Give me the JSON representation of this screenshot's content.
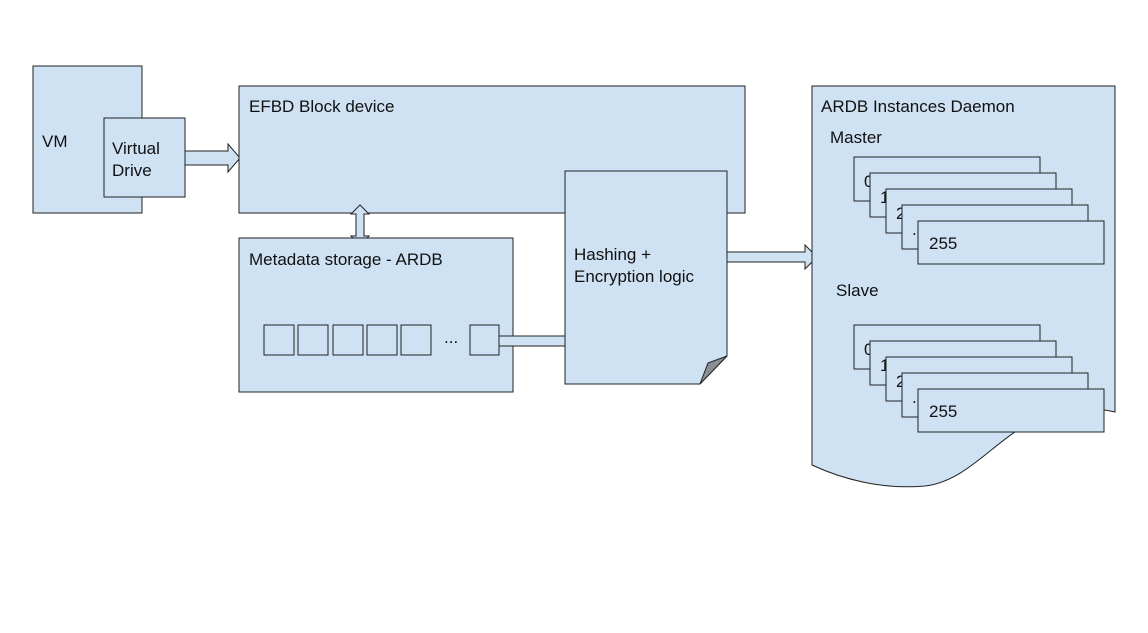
{
  "diagram": {
    "vm": {
      "label": "VM"
    },
    "virtual_drive": {
      "line1": "Virtual",
      "line2": "Drive"
    },
    "efbd": {
      "label": "EFBD Block device"
    },
    "metadata": {
      "label": "Metadata storage - ARDB",
      "ellipsis": "..."
    },
    "hashing": {
      "line1": "Hashing +",
      "line2": "Encryption logic"
    },
    "ardb": {
      "label": "ARDB Instances Daemon",
      "master": {
        "label": "Master",
        "cards": [
          "0",
          "1",
          "2",
          ".",
          "255"
        ]
      },
      "slave": {
        "label": "Slave",
        "cards": [
          "0",
          "1",
          "2",
          ".",
          "255"
        ]
      }
    },
    "colors": {
      "fill": "#cfe2f3",
      "stroke": "#222222",
      "fold": "#8a8f94"
    }
  }
}
